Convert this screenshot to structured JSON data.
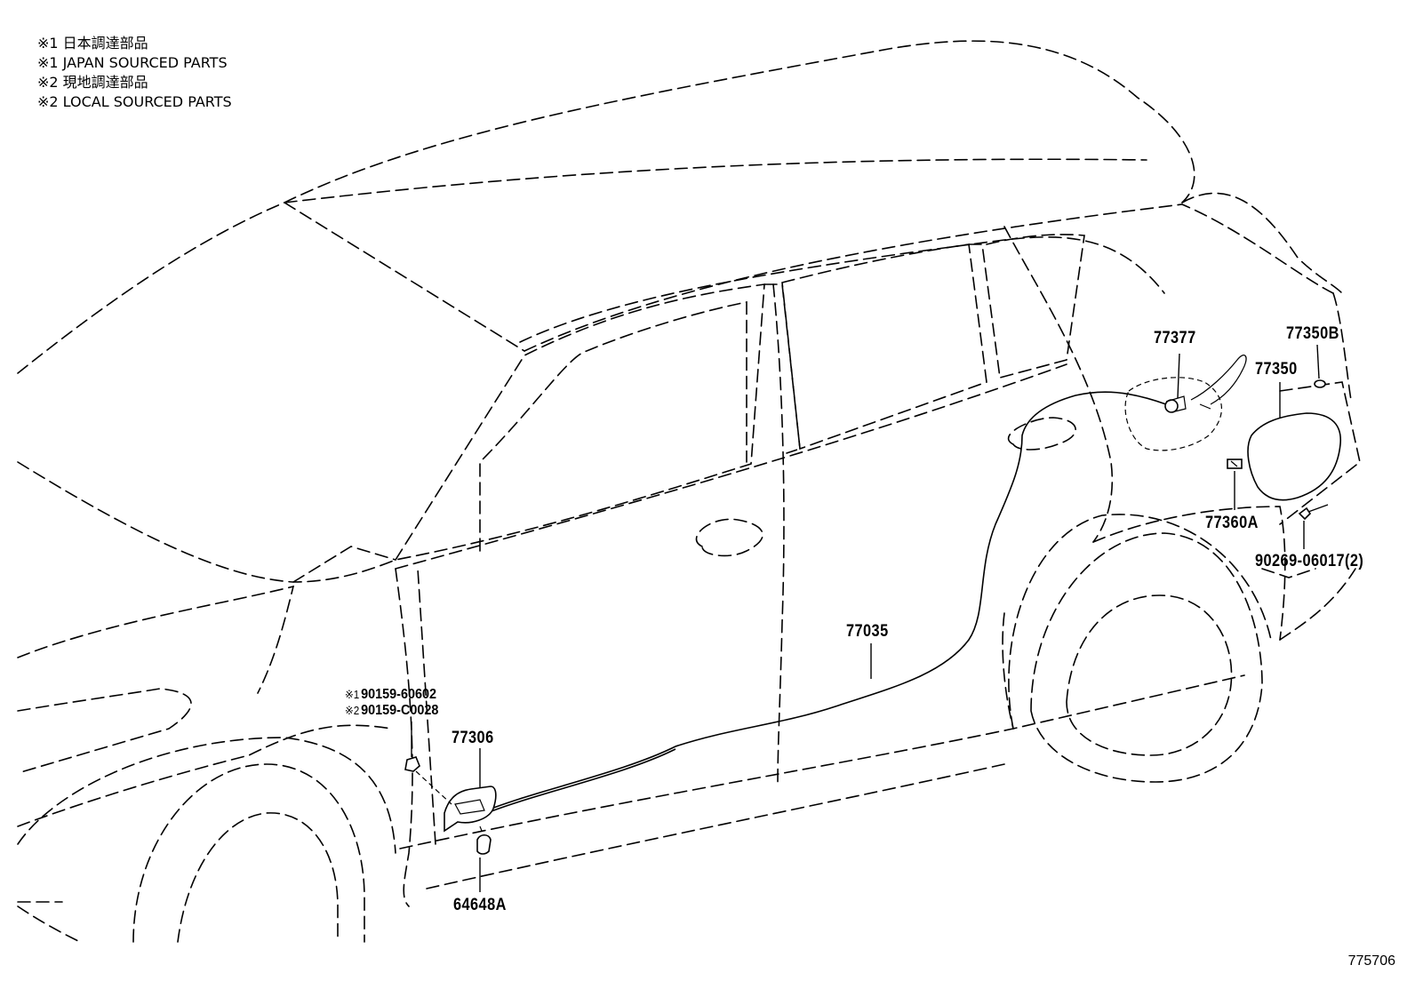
{
  "notes": [
    "※1 日本調達部品",
    "※1 JAPAN SOURCED PARTS",
    "※2 現地調達部品",
    "※2 LOCAL SOURCED PARTS"
  ],
  "parts": {
    "p77377": "77377",
    "p77350B": "77350B",
    "p77350": "77350",
    "p77360A": "77360A",
    "p90269": "90269-06017(2)",
    "p77035": "77035",
    "p77306": "77306",
    "p64648A": "64648A",
    "p90159_1": "90159-60602",
    "p90159_2": "90159-C0028",
    "mark1": "※1",
    "mark2": "※2"
  },
  "figure_id": "775706"
}
